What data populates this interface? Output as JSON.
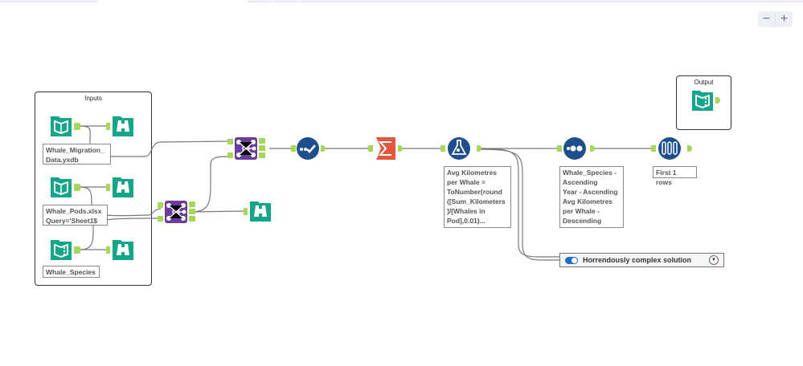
{
  "canvas": {
    "zoom_out_label": "−",
    "zoom_in_label": "+"
  },
  "containers": {
    "inputs": {
      "title": "Inputs"
    },
    "output": {
      "title": "Output"
    }
  },
  "annotations": {
    "migration": "Whale_Migration_\nData.yxdb",
    "pods": "Whale_Pods.xlsx\nQuery='Sheet1$",
    "species": "Whale_Species",
    "formula": "Avg Kilometres\nper Whale =\nToNumber(round\n([Sum_Kilometers\n]/[Whales in\nPod],0.01)...",
    "sort": "Whale_Species -\nAscending\nYear - Ascending\nAvg Kilometres\nper Whale -\nDescending",
    "sample": "First 1 rows"
  },
  "control_container": {
    "label": "Horrendously complex solution",
    "enabled": true,
    "dropdown_icon": "chevron-down-circle-icon"
  },
  "colors": {
    "teal": "#17a589",
    "purple": "#6a3d9a",
    "navy": "#1f4e8c",
    "orange": "#e2583e",
    "anchor": "#a6d65a"
  },
  "tools": [
    {
      "name": "input-migration",
      "icon": "book-icon"
    },
    {
      "name": "browse-1",
      "icon": "binoculars-icon"
    },
    {
      "name": "input-pods",
      "icon": "book-icon"
    },
    {
      "name": "browse-2",
      "icon": "binoculars-icon"
    },
    {
      "name": "input-species",
      "icon": "book-icon"
    },
    {
      "name": "browse-3",
      "icon": "binoculars-icon"
    },
    {
      "name": "join-1",
      "icon": "join-icon"
    },
    {
      "name": "join-2",
      "icon": "join-icon"
    },
    {
      "name": "browse-4",
      "icon": "binoculars-icon"
    },
    {
      "name": "select",
      "icon": "select-check-icon"
    },
    {
      "name": "summarize",
      "icon": "sigma-icon"
    },
    {
      "name": "formula",
      "icon": "flask-icon"
    },
    {
      "name": "sort",
      "icon": "sort-dots-icon"
    },
    {
      "name": "sample",
      "icon": "sample-tubes-icon"
    },
    {
      "name": "output",
      "icon": "output-book-icon"
    }
  ]
}
